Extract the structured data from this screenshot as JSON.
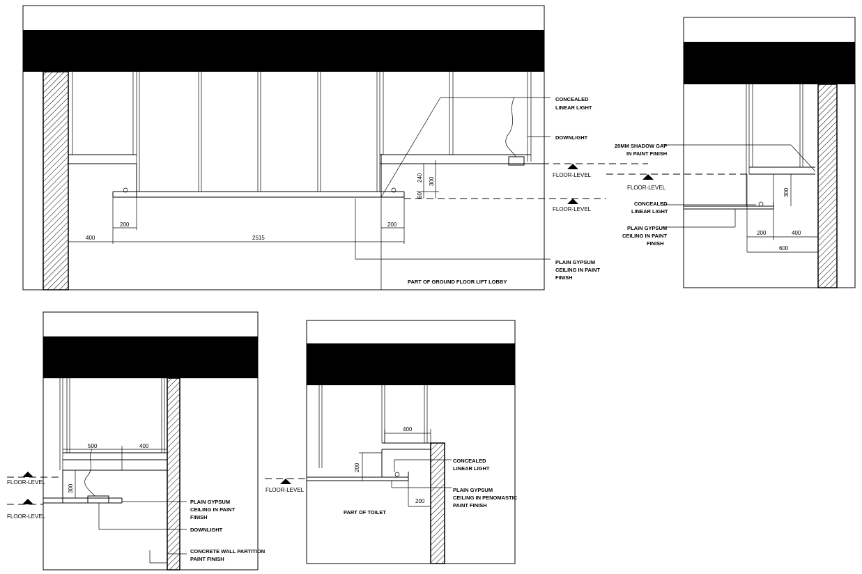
{
  "detail_a": {
    "notes": {
      "concealed_linear_light": [
        "CONCEALED",
        "LINEAR LIGHT"
      ],
      "downlight": "DOWNLIGHT",
      "plain_gypsum": [
        "PLAIN GYPSUM",
        "CEILING IN PAINT",
        "FINISH"
      ],
      "title": "PART OF GROUND FLOOR LIFT LOBBY"
    },
    "levels": [
      "FLOOR-LEVEL",
      "FLOOR-LEVEL"
    ],
    "dims": [
      "240",
      "300",
      "60",
      "200",
      "200",
      "400",
      "2515"
    ]
  },
  "detail_b": {
    "notes": {
      "shadow_gap": [
        "20MM SHADOW GAP",
        "IN PAINT FINISH"
      ],
      "concealed_linear_light": [
        "CONCEALED",
        "LINEAR LIGHT"
      ],
      "plain_gypsum": [
        "PLAIN GYPSUM",
        "CEILING IN PAINT",
        "FINISH"
      ]
    },
    "levels": [
      "FLOOR-LEVEL"
    ],
    "dims": [
      "300",
      "200",
      "400",
      "600"
    ]
  },
  "detail_c": {
    "notes": {
      "plain_gypsum": [
        "PLAIN GYPSUM",
        "CEILING IN PAINT",
        "FINISH"
      ],
      "downlight": "DOWNLIGHT",
      "concrete_wall": [
        "CONCRETE WALL PARTITION",
        "PAINT FINISH"
      ]
    },
    "levels": [
      "FLOOR-LEVEL",
      "FLOOR-LEVEL"
    ],
    "dims": [
      "500",
      "400",
      "300"
    ]
  },
  "detail_d": {
    "notes": {
      "concealed_linear_light": [
        "CONCEALED",
        "LINEAR LIGHT"
      ],
      "plain_gypsum": [
        "PLAIN GYPSUM",
        "CEILING IN PENOMASTIC",
        "PAINT FINISH"
      ],
      "title": "PART OF TOILET"
    },
    "levels": [
      "FLOOR-LEVEL"
    ],
    "dims": [
      "400",
      "200",
      "200"
    ]
  }
}
